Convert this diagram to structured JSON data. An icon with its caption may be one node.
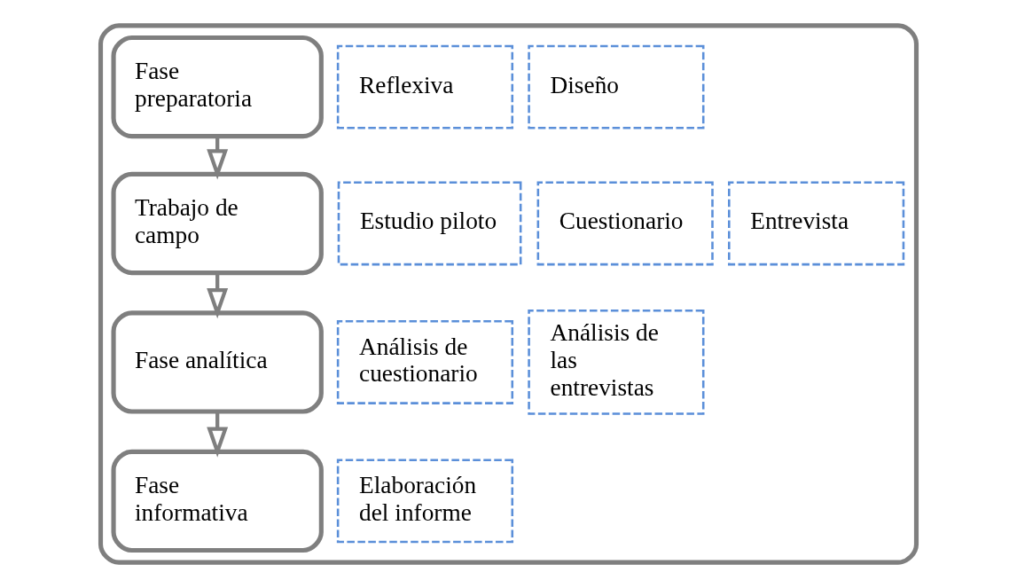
{
  "diagram": {
    "nodes": [
      {
        "text": [],
        "shape": "box"
      },
      {
        "text": [
          "Fase preparatoria"
        ],
        "in": 0
      },
      {
        "text": [
          "Reflexiva"
        ],
        "in": 0
      },
      {
        "text": [
          "Diseño"
        ],
        "in": 0
      },
      {
        "text": [
          "Trabajo de campo"
        ],
        "in": 0
      },
      {
        "text": [
          "Estudio piloto"
        ],
        "in": 0
      },
      {
        "text": [
          "Cuestionario"
        ],
        "in": 0
      },
      {
        "text": [
          "Entrevista"
        ],
        "in": 0
      },
      {
        "text": [
          "Fase analítica"
        ],
        "in": 0
      },
      {
        "text": [
          "Análisis de cuestionario"
        ],
        "in": 0
      },
      {
        "text": [
          "Análisis de las entrevistas"
        ],
        "in": 0
      },
      {
        "text": [
          "Fase informativa"
        ],
        "in": 0
      },
      {
        "text": [
          "Elaboración del informe"
        ],
        "in": 0
      }
    ],
    "edges": [
      {
        "from": 1,
        "to": 4,
        "arrow": "to"
      },
      {
        "from": 4,
        "to": 8,
        "arrow": "to"
      },
      {
        "from": 8,
        "to": 11,
        "arrow": "to"
      }
    ]
  }
}
